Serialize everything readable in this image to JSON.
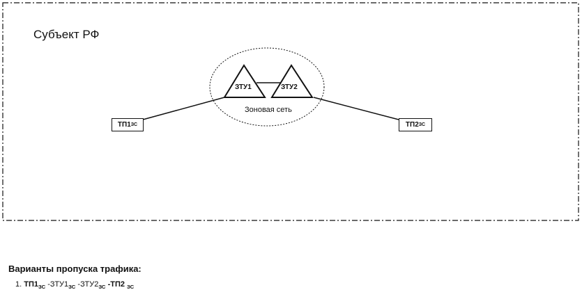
{
  "region_title": "Субъект РФ",
  "zone_label": "Зоновая сеть",
  "nodes": {
    "ztu1": "ЗТУ1",
    "ztu2": "ЗТУ2",
    "tp1": {
      "main": "ТП1",
      "sub": "ЗС"
    },
    "tp2": {
      "main": "ТП2",
      "sub": "ЗС"
    }
  },
  "variants": {
    "heading": "Варианты пропуска трафика:",
    "items": [
      {
        "number": "1.",
        "path": [
          {
            "main": "ТП1",
            "sub": "ЗС"
          },
          {
            "sep": "-",
            "main": "ЗТУ1",
            "sub": "ЗС"
          },
          {
            "sep": "-",
            "main": "ЗТУ2",
            "sub": "ЗС"
          },
          {
            "sep": "-",
            "main": "ТП2",
            "sub": "ЗС"
          }
        ]
      }
    ]
  }
}
